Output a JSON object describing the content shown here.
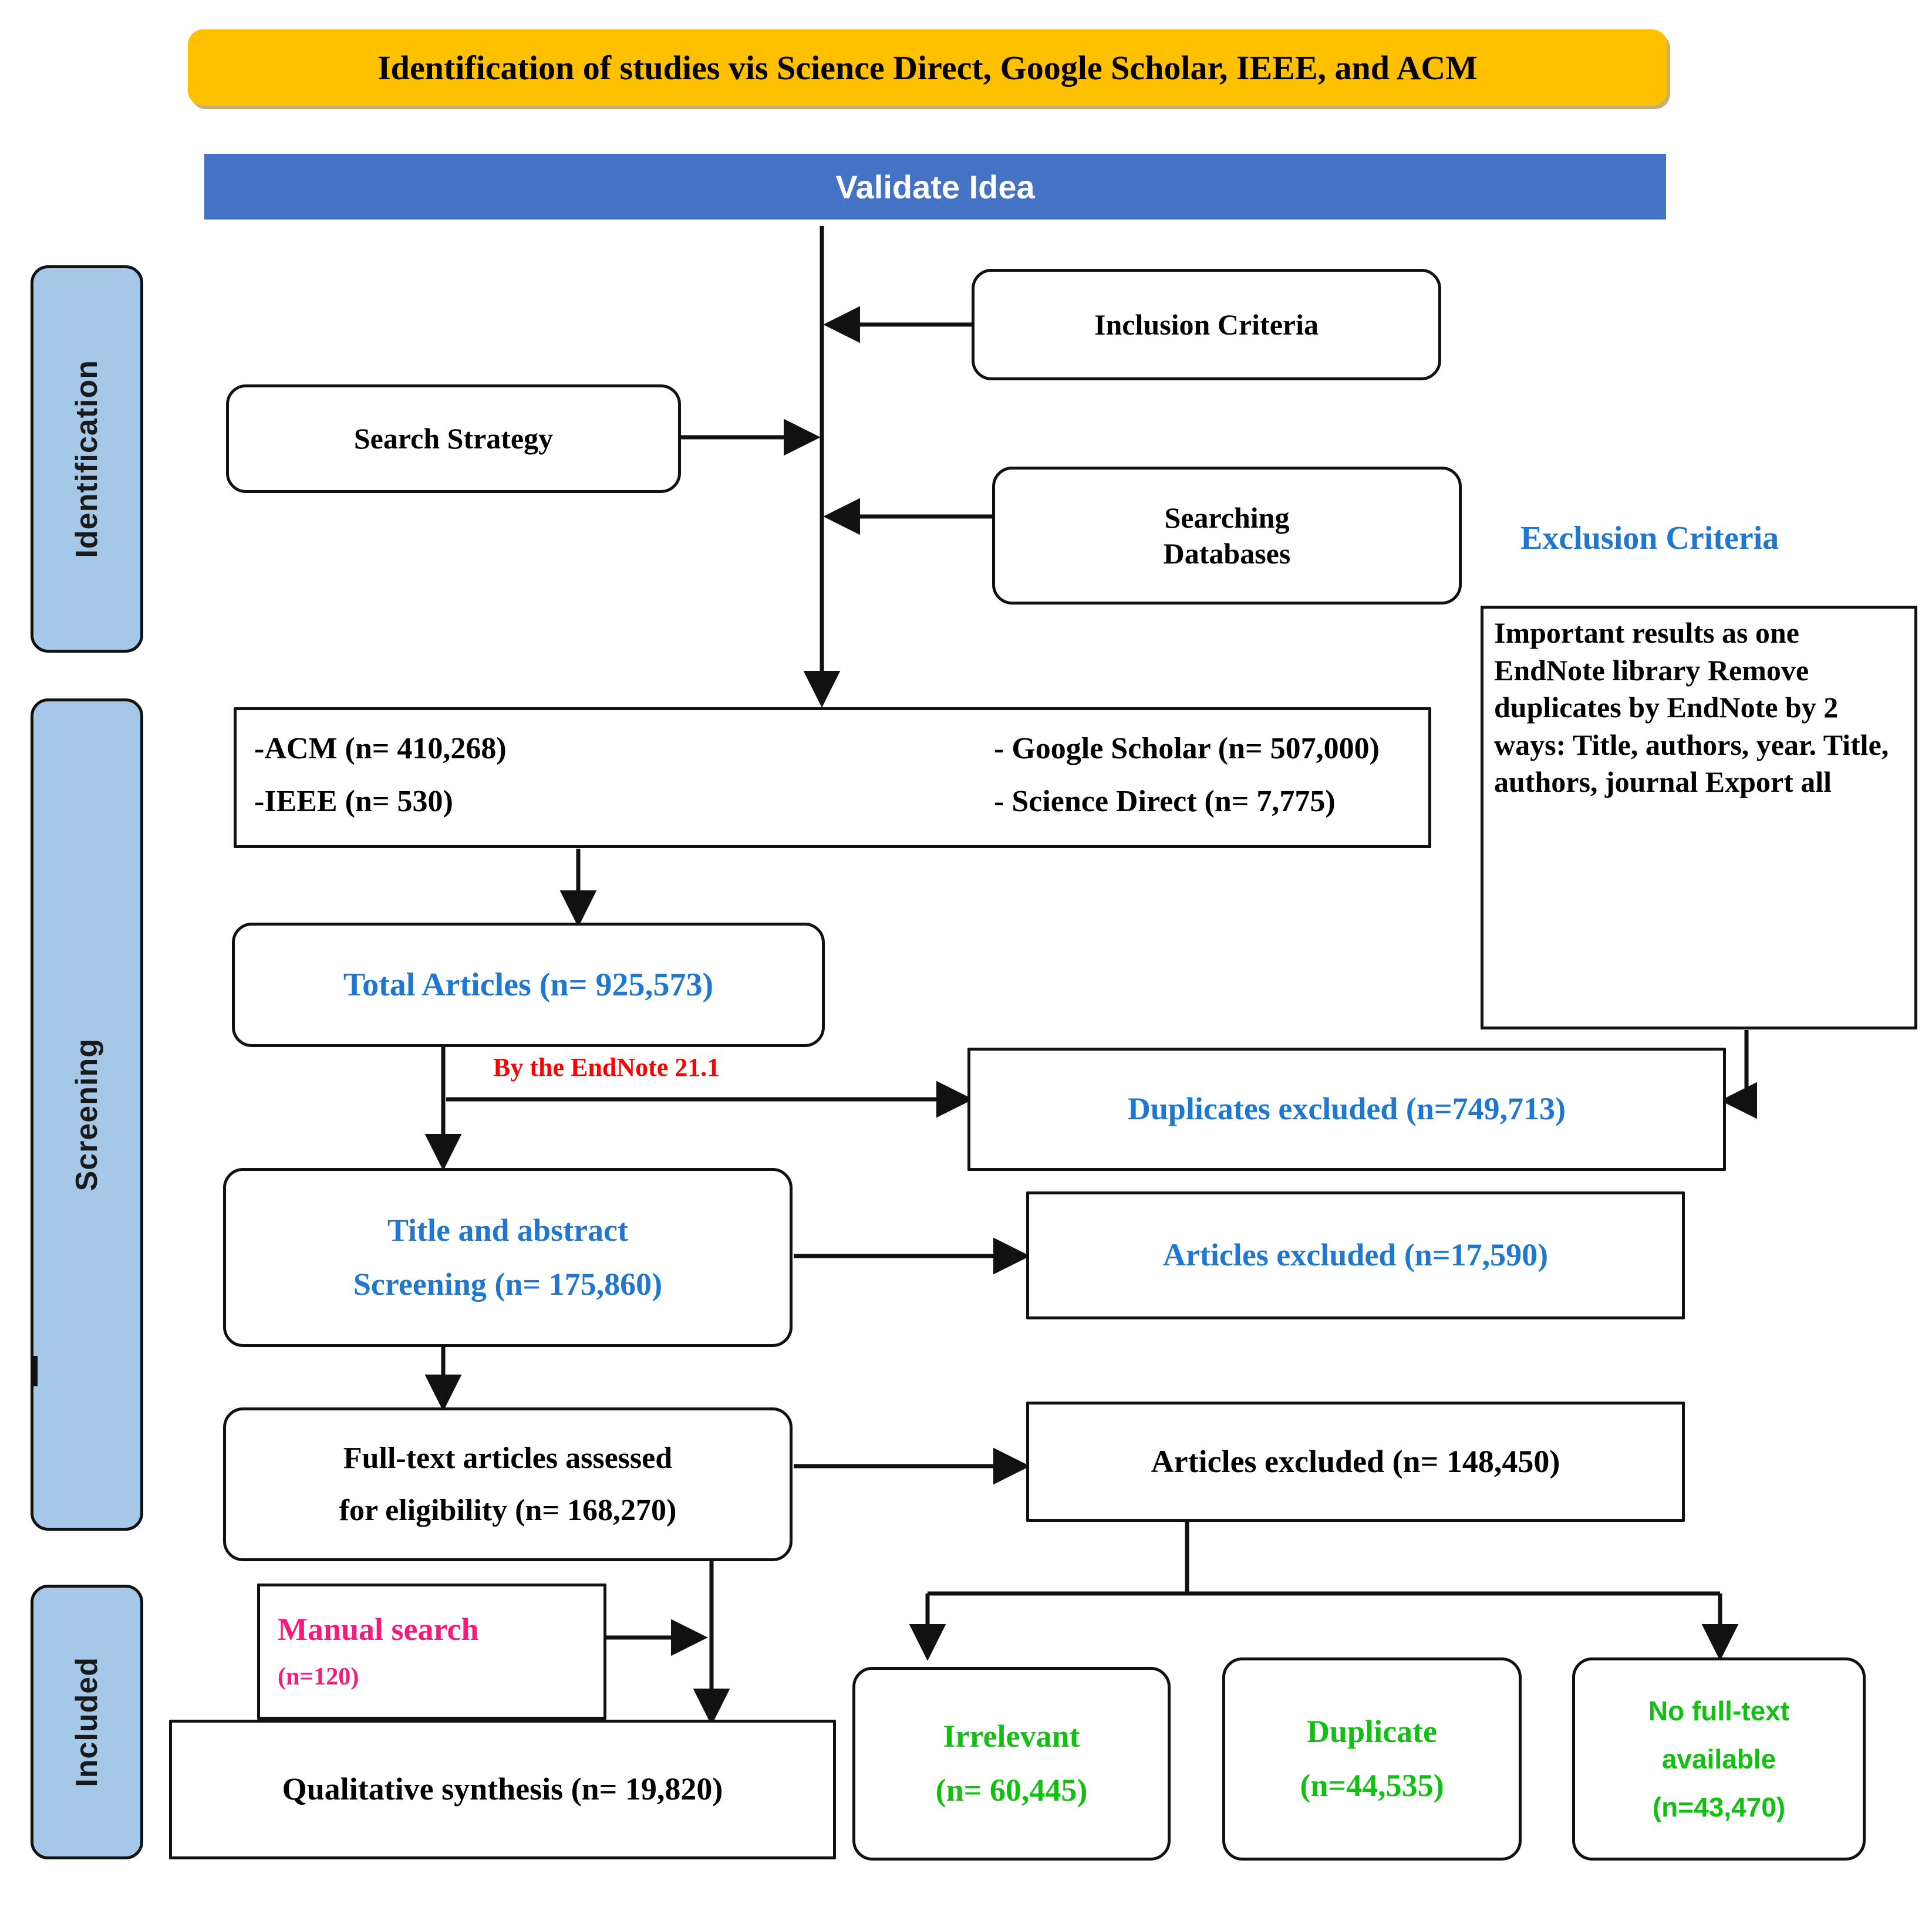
{
  "header": {
    "identification_banner": "Identification of studies vis Science Direct, Google Scholar, IEEE, and ACM",
    "validate_idea": "Validate Idea"
  },
  "stages": [
    {
      "label": "Identification"
    },
    {
      "label": "Screening"
    },
    {
      "label": "Included"
    }
  ],
  "nodes": {
    "inclusion_criteria": "Inclusion Criteria",
    "search_strategy": "Search Strategy",
    "searching_databases_line1": "Searching",
    "searching_databases_line2": "Databases",
    "databases": {
      "acm": "-ACM (n= 410,268)",
      "google_scholar": "- Google Scholar (n= 507,000)",
      "ieee": "-IEEE (n= 530)",
      "science_direct": "- Science Direct (n= 7,775)"
    },
    "total_articles": "Total Articles (n= 925,573)",
    "endnote_label": "By the EndNote 21.1",
    "duplicates_excluded": "Duplicates excluded (n=749,713)",
    "title_abstract_line1": "Title and abstract",
    "title_abstract_line2": "Screening (n= 175,860)",
    "articles_excluded_1": "Articles excluded (n=17,590)",
    "fulltext_line1": "Full-text articles assessed",
    "fulltext_line2": "for eligibility (n= 168,270)",
    "articles_excluded_2": "Articles excluded (n= 148,450)",
    "manual_search_line1": "Manual search",
    "manual_search_line2": "(n=120)",
    "qualitative_synthesis": "Qualitative synthesis (n= 19,820)",
    "irrelevant_line1": "Irrelevant",
    "irrelevant_line2": "(n= 60,445)",
    "duplicate_line1": "Duplicate",
    "duplicate_line2": "(n=44,535)",
    "nofulltext_line1": "No full-text",
    "nofulltext_line2": "available",
    "nofulltext_line3": "(n=43,470)"
  },
  "exclusion": {
    "title": "Exclusion Criteria",
    "body": "Important results as one EndNote library Remove duplicates by EndNote by 2 ways: Title, authors, year. Title, authors, journal Export all"
  },
  "chart_data": {
    "type": "diagram",
    "title": "PRISMA flow diagram",
    "flow": [
      {
        "stage": "Identification",
        "label": "ACM",
        "n": 410268
      },
      {
        "stage": "Identification",
        "label": "Google Scholar",
        "n": 507000
      },
      {
        "stage": "Identification",
        "label": "IEEE",
        "n": 530
      },
      {
        "stage": "Identification",
        "label": "Science Direct",
        "n": 7775
      },
      {
        "stage": "Screening",
        "label": "Total Articles",
        "n": 925573
      },
      {
        "stage": "Screening",
        "label": "Duplicates excluded",
        "n": 749713
      },
      {
        "stage": "Screening",
        "label": "Title and abstract Screening",
        "n": 175860
      },
      {
        "stage": "Screening",
        "label": "Articles excluded",
        "n": 17590
      },
      {
        "stage": "Screening",
        "label": "Full-text articles assessed for eligibility",
        "n": 168270
      },
      {
        "stage": "Screening",
        "label": "Articles excluded",
        "n": 148450
      },
      {
        "stage": "Screening",
        "label": "Irrelevant",
        "n": 60445
      },
      {
        "stage": "Screening",
        "label": "Duplicate",
        "n": 44535
      },
      {
        "stage": "Screening",
        "label": "No full-text available",
        "n": 43470
      },
      {
        "stage": "Included",
        "label": "Manual search",
        "n": 120
      },
      {
        "stage": "Included",
        "label": "Qualitative synthesis",
        "n": 19820
      }
    ]
  },
  "colors": {
    "banner_orange": "#FFC000",
    "banner_blue": "#4472C4",
    "rail_blue": "#A5C8E8",
    "text_blue": "#1F77D0",
    "text_green": "#12C012",
    "text_red": "#FF0000",
    "text_pink": "#F8197C"
  }
}
